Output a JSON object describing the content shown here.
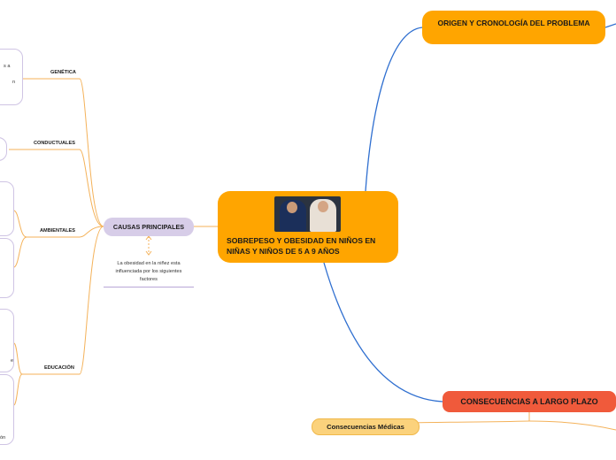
{
  "central": {
    "title": "SOBREPESO Y OBESIDAD EN NIÑOS EN NIÑAS Y NIÑOS DE 5 A 9 AÑOS"
  },
  "origen": {
    "title": "ORIGEN Y CRONOLOGÍA DEL PROBLEMA"
  },
  "consecuencias": {
    "title": "CONSECUENCIAS A LARGO PLAZO"
  },
  "consecuencias_medicas": {
    "title": "Consecuencias Médicas"
  },
  "causas": {
    "title": "CAUSAS PRINCIPALES",
    "note": "La obesidad en la niñez esta influenciada por los siguientes factores",
    "categories": [
      "GENÉTICA",
      "CONDUCTUALES",
      "AMBIENTALES",
      "EDUCACIÓN"
    ]
  },
  "fragments": [
    "s a",
    "n",
    "e",
    "ón"
  ],
  "colors": {
    "orange": "#ffa500",
    "red": "#f05a3b",
    "lilac": "#d7cde8",
    "blue_line": "#2f6fd0",
    "orange_line": "#f4b25a"
  }
}
